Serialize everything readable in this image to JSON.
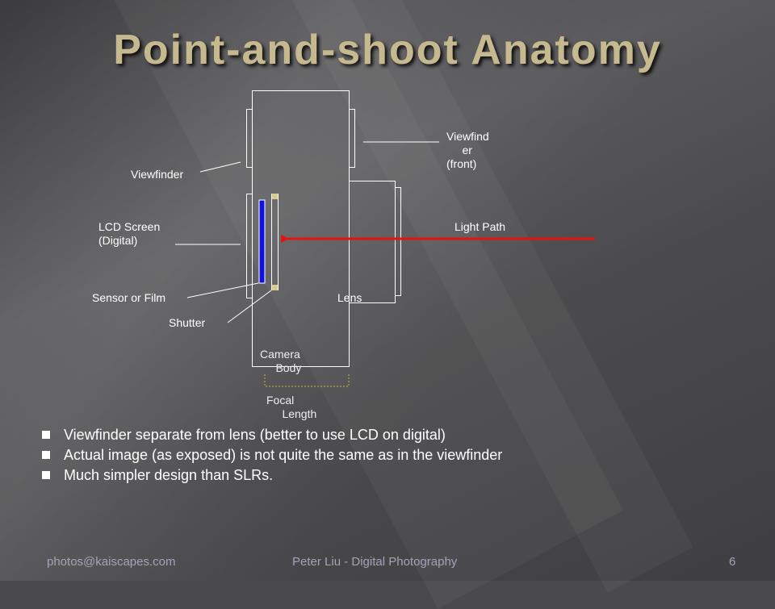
{
  "slide": {
    "title": "Point-and-shoot Anatomy",
    "diagram_labels": {
      "viewfinder_front": "Viewfind\n     er\n(front)",
      "viewfinder": "Viewfinder",
      "lcd_screen": "LCD Screen\n(Digital)",
      "light_path": "Light Path",
      "sensor": "Sensor or Film",
      "lens": "Lens",
      "shutter": "Shutter",
      "camera_body": "Camera\n     Body",
      "focal_length": "Focal\n     Length"
    },
    "bullets": [
      "Viewfinder separate from lens (better to use LCD on digital)",
      "Actual image (as exposed) is not quite the same as in the viewfinder",
      "Much simpler design than SLRs."
    ],
    "footer": {
      "email": "photos@kaiscapes.com",
      "author": "Peter Liu - Digital Photography",
      "page_number": "6"
    }
  },
  "colors": {
    "title": "#c7b98f",
    "sensor": "#1010e0",
    "shutter": "#d9cc8a",
    "light_path": "#e01414",
    "focal_length_bracket": "#c9b54a"
  }
}
